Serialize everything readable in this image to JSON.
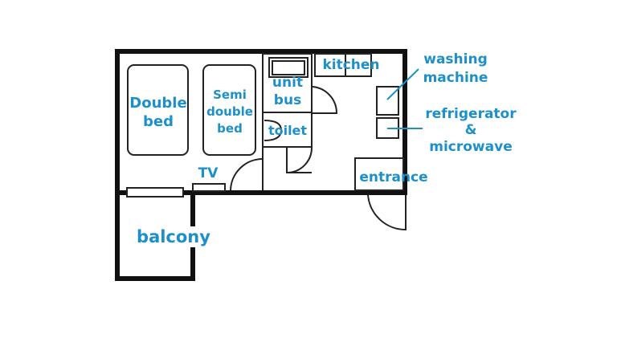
{
  "labels": {
    "double_bed": [
      "Double",
      "bed"
    ],
    "semi_double_bed": [
      "Semi",
      "double",
      "bed"
    ],
    "unit_bus": [
      "unit",
      "bus"
    ],
    "toilet": "toilet",
    "kitchen": "kitchen",
    "washing_machine": [
      "washing",
      "machine"
    ],
    "refrigerator_microwave": [
      "refrigerator",
      "&",
      "microwave"
    ],
    "entrance": "entrance",
    "tv": "TV",
    "balcony": "balcony"
  },
  "colors": {
    "label": "#1d8fc9",
    "wall": "#111111"
  }
}
